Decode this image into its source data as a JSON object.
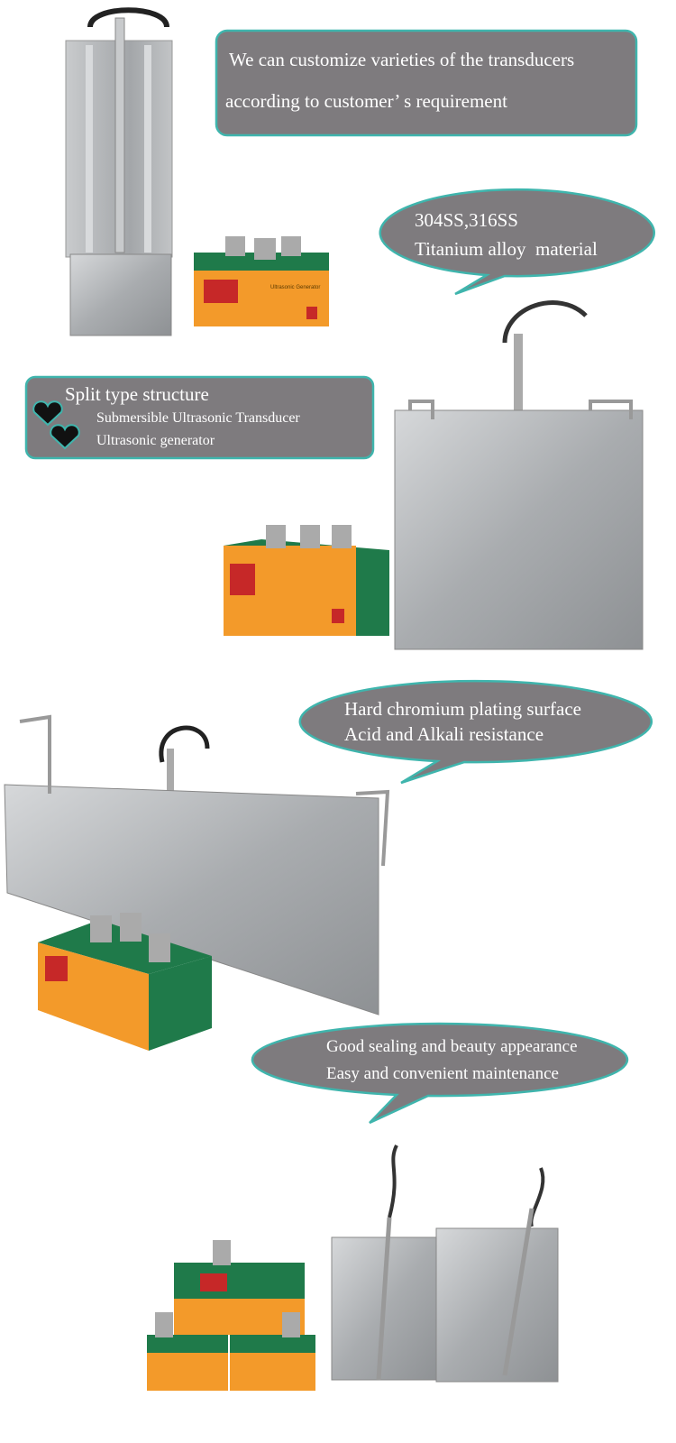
{
  "colors": {
    "bubble_fill": "#7e7b7e",
    "bubble_border": "#3fb5ad",
    "text": "#ffffff",
    "generator_green": "#1f7a4a",
    "generator_orange": "#f39a2a",
    "steel": "#b9bcbf"
  },
  "callouts": {
    "customize": {
      "line1": "We can customize varieties of the transducers",
      "line2": "according to customer’ s requirement"
    },
    "material": {
      "line1": "304SS,316SS",
      "line2": "Titanium alloy  material"
    },
    "split": {
      "title": "Split type structure",
      "items": [
        "Submersible Ultrasonic Transducer",
        "Ultrasonic generator"
      ],
      "bullet_icon": "heart-icon"
    },
    "surface": {
      "line1": "Hard chromium plating surface",
      "line2": "Acid and Alkali resistance"
    },
    "sealing": {
      "line1": "Good sealing and beauty appearance",
      "line2": "Easy and convenient maintenance"
    }
  },
  "products": {
    "generator_label": "Ultrasonic Generator"
  }
}
